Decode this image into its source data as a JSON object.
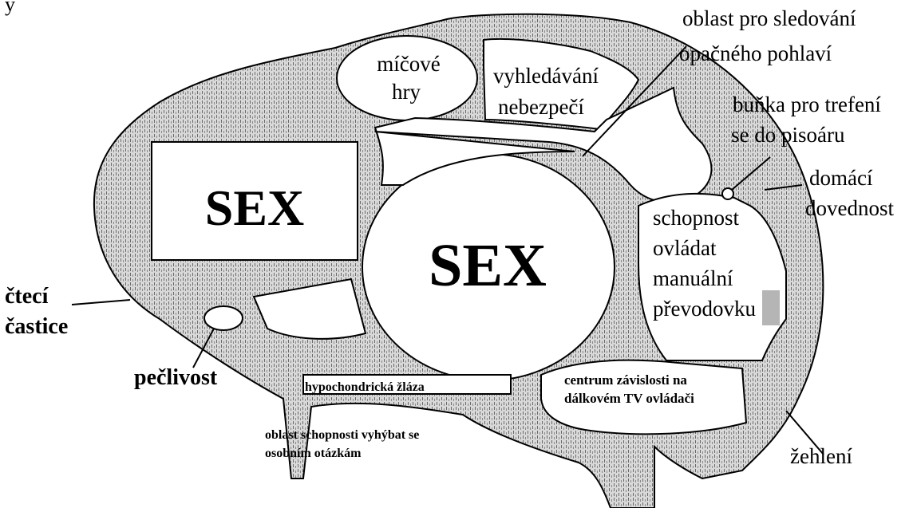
{
  "diagram": {
    "top_partial_text": "y",
    "regions": {
      "sex_rectangle": "SEX",
      "sex_ellipse": "SEX",
      "ball_games": [
        "míčové",
        "hry"
      ],
      "danger_search": [
        "vyhledávání",
        "nebezpečí"
      ],
      "manual_gearbox": [
        "schopnost",
        "ovládat",
        "manuální",
        "převodovku"
      ],
      "tv_remote": [
        "centrum závislosti na",
        "dálkovém TV ovládači"
      ],
      "hypochondriac_gland": "hypochondrická žláza"
    },
    "callouts": {
      "opposite_sex": [
        "oblast pro sledování",
        "opačného pohlaví"
      ],
      "urinal_cell": [
        "buňka pro trefení",
        "se do pisoáru"
      ],
      "domestic_skill": [
        "domácí",
        "dovednost"
      ],
      "reading_particles": [
        "čtecí",
        "častice"
      ],
      "carefulness": "pečlivost",
      "avoid_questions": [
        "oblast schopnosti vyhýbat se",
        "osobním otázkám"
      ],
      "ironing": "žehlení"
    }
  },
  "colors": {
    "ink": "#000000",
    "background": "#ffffff",
    "stipple_fill": "#d6d6d6"
  }
}
